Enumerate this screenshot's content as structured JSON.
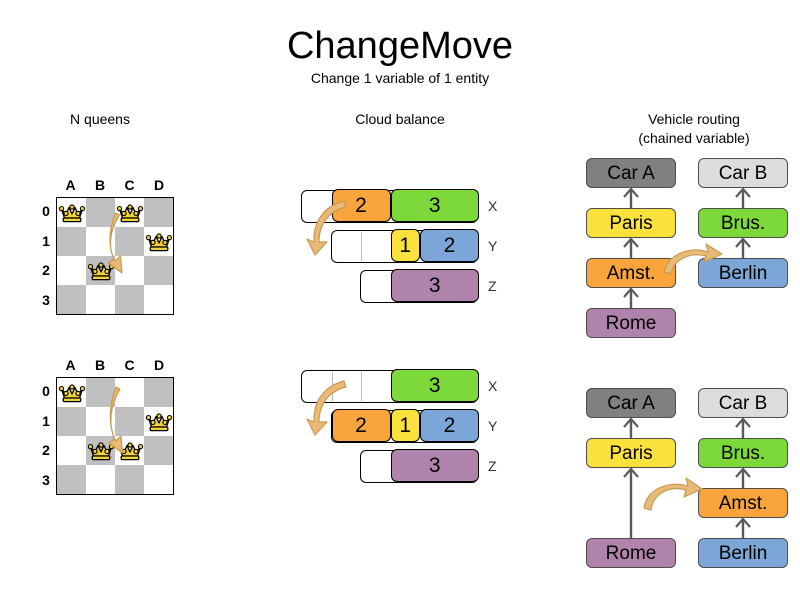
{
  "header": {
    "title": "ChangeMove",
    "subtitle": "Change 1 variable of 1 entity"
  },
  "columns": {
    "nqueens": {
      "header": "N queens"
    },
    "cloud": {
      "header": "Cloud balance"
    },
    "vrp": {
      "header_line1": "Vehicle routing",
      "header_line2": "(chained variable)"
    }
  },
  "colors": {
    "orange": "#F9A43C",
    "green": "#7DD83A",
    "yellow": "#FAE13C",
    "blue": "#7CA6D8",
    "purple": "#AF83AC",
    "gray_dark": "#808080",
    "gray_light": "#DCDCDC",
    "cell_dark": "#C0C0C0",
    "cell_light": "#FFFFFF",
    "arrow": "#E8B977",
    "arrow_stroke": "#C89B52",
    "queen_gold": "#F2D23A",
    "connector": "#595959"
  },
  "nqueens": {
    "column_labels": [
      "A",
      "B",
      "C",
      "D"
    ],
    "row_labels": [
      "0",
      "1",
      "2",
      "3"
    ],
    "before": {
      "queens": [
        {
          "col": "A",
          "row": "0"
        },
        {
          "col": "C",
          "row": "0"
        },
        {
          "col": "D",
          "row": "1"
        },
        {
          "col": "B",
          "row": "2"
        }
      ],
      "move_arrow": {
        "from_col": "C",
        "from_row": "0",
        "to_col": "C",
        "to_row": "2"
      }
    },
    "after": {
      "queens": [
        {
          "col": "A",
          "row": "0"
        },
        {
          "col": "D",
          "row": "1"
        },
        {
          "col": "B",
          "row": "2"
        },
        {
          "col": "C",
          "row": "2"
        }
      ],
      "move_arrow": {
        "from_col": "C",
        "from_row": "0",
        "to_col": "C",
        "to_row": "2"
      }
    }
  },
  "cloud_balance": {
    "before": {
      "computers": [
        {
          "label": "X",
          "processes": [
            {
              "value": "2",
              "color": "#F9A43C",
              "units": 2
            },
            {
              "value": "3",
              "color": "#7DD83A",
              "units": 3
            }
          ],
          "empty_units": 1,
          "capacity": 6
        },
        {
          "label": "Y",
          "processes": [
            {
              "value": "1",
              "color": "#FAE13C",
              "units": 1
            },
            {
              "value": "2",
              "color": "#7CA6D8",
              "units": 2
            }
          ],
          "empty_units": 2,
          "capacity": 5
        },
        {
          "label": "Z",
          "processes": [
            {
              "value": "3",
              "color": "#AF83AC",
              "units": 3
            }
          ],
          "empty_units": 1,
          "capacity": 4
        }
      ]
    },
    "after": {
      "computers": [
        {
          "label": "X",
          "processes": [
            {
              "value": "3",
              "color": "#7DD83A",
              "units": 3
            }
          ],
          "empty_units": 3,
          "capacity": 6
        },
        {
          "label": "Y",
          "processes": [
            {
              "value": "2",
              "color": "#F9A43C",
              "units": 2
            },
            {
              "value": "1",
              "color": "#FAE13C",
              "units": 1
            },
            {
              "value": "2",
              "color": "#7CA6D8",
              "units": 2
            }
          ],
          "empty_units": 0,
          "capacity": 5
        },
        {
          "label": "Z",
          "processes": [
            {
              "value": "3",
              "color": "#AF83AC",
              "units": 3
            }
          ],
          "empty_units": 1,
          "capacity": 4
        }
      ]
    }
  },
  "vehicle_routing": {
    "before": {
      "chain_a": [
        {
          "label": "Car A",
          "color": "#808080"
        },
        {
          "label": "Paris",
          "color": "#FAE13C"
        },
        {
          "label": "Amst.",
          "color": "#F9A43C"
        },
        {
          "label": "Rome",
          "color": "#AF83AC"
        }
      ],
      "chain_b": [
        {
          "label": "Car B",
          "color": "#DCDCDC"
        },
        {
          "label": "Brus.",
          "color": "#7DD83A"
        },
        {
          "label": "Berlin",
          "color": "#7CA6D8"
        }
      ],
      "move_arrow": {
        "from": "Amst.",
        "to": "chain_b"
      }
    },
    "after": {
      "chain_a": [
        {
          "label": "Car A",
          "color": "#808080"
        },
        {
          "label": "Paris",
          "color": "#FAE13C"
        },
        {
          "label": "Rome",
          "color": "#AF83AC"
        }
      ],
      "chain_b": [
        {
          "label": "Car B",
          "color": "#DCDCDC"
        },
        {
          "label": "Brus.",
          "color": "#7DD83A"
        },
        {
          "label": "Amst.",
          "color": "#F9A43C"
        },
        {
          "label": "Berlin",
          "color": "#7CA6D8"
        }
      ],
      "move_arrow": {
        "from": "chain_a",
        "to": "Amst."
      }
    }
  }
}
